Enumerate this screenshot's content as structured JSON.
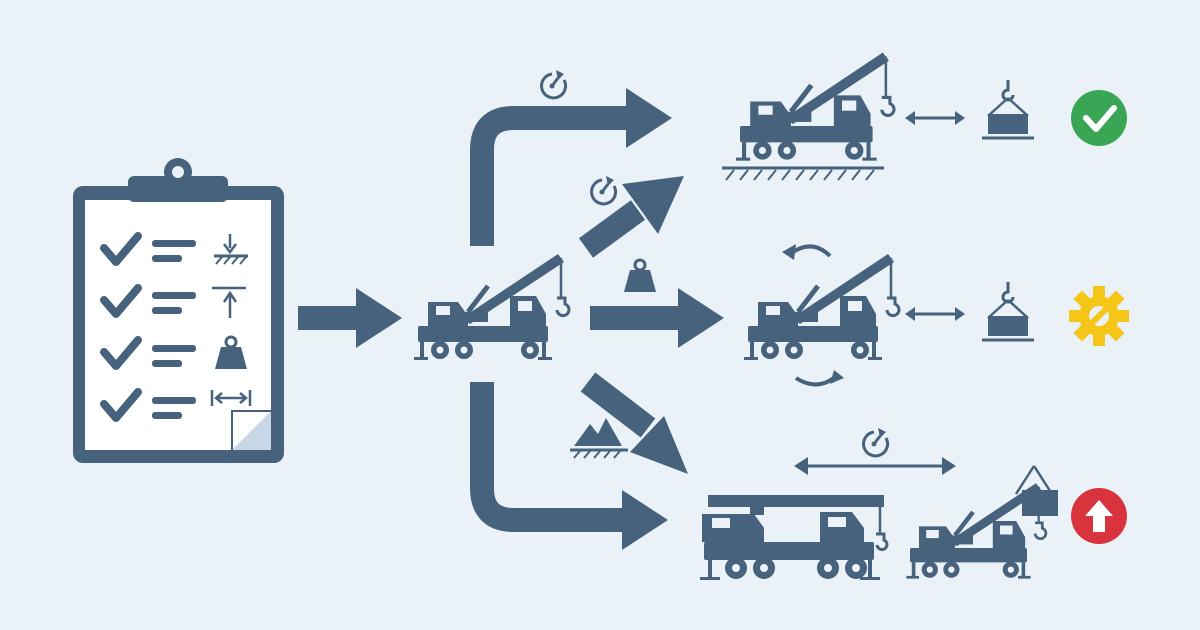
{
  "diagram": {
    "colors": {
      "background": "#eaf1f7",
      "ink": "#46627c",
      "success": "#3aa655",
      "warning": "#f5c518",
      "danger": "#d9343e"
    },
    "checklist": {
      "icon": "clipboard-checklist-icon",
      "rows": [
        {
          "check": "checkmark-icon",
          "symbol": "ground-bearing-down-icon"
        },
        {
          "check": "checkmark-icon",
          "symbol": "lift-height-up-icon"
        },
        {
          "check": "checkmark-icon",
          "symbol": "load-weight-icon"
        },
        {
          "check": "checkmark-icon",
          "symbol": "radius-width-icon"
        }
      ]
    },
    "center": {
      "icon": "mobile-crane-icon"
    },
    "branches": [
      {
        "id": "top",
        "connector": "curved-arrow-up",
        "extra_arrow": "diagonal-arrow-up",
        "annotations": [
          "clock-icon",
          "clock-icon"
        ],
        "crane": "crane-on-outriggers-icon",
        "compare": "double-arrow-icon",
        "load": "suspended-load-icon",
        "status": {
          "icon": "checkmark-circle-icon",
          "meaning": "success"
        }
      },
      {
        "id": "middle",
        "connector": "straight-arrow",
        "annotations": [
          "load-weight-icon",
          "rotate-arrows-icon"
        ],
        "crane": "crane-slewing-icon",
        "compare": "double-arrow-icon",
        "load": "suspended-load-icon",
        "status": {
          "icon": "gear-wrench-icon",
          "meaning": "warning"
        }
      },
      {
        "id": "bottom",
        "connector": "curved-arrow-down",
        "extra_arrow": "diagonal-arrow-down",
        "annotations": [
          "terrain-icon",
          "clock-icon"
        ],
        "crane": "large-all-terrain-crane-icon",
        "alternate_crane": "small-crane-lifting-icon",
        "compare": "long-double-arrow-icon",
        "status": {
          "icon": "arrow-up-circle-icon",
          "meaning": "danger"
        }
      }
    ]
  }
}
